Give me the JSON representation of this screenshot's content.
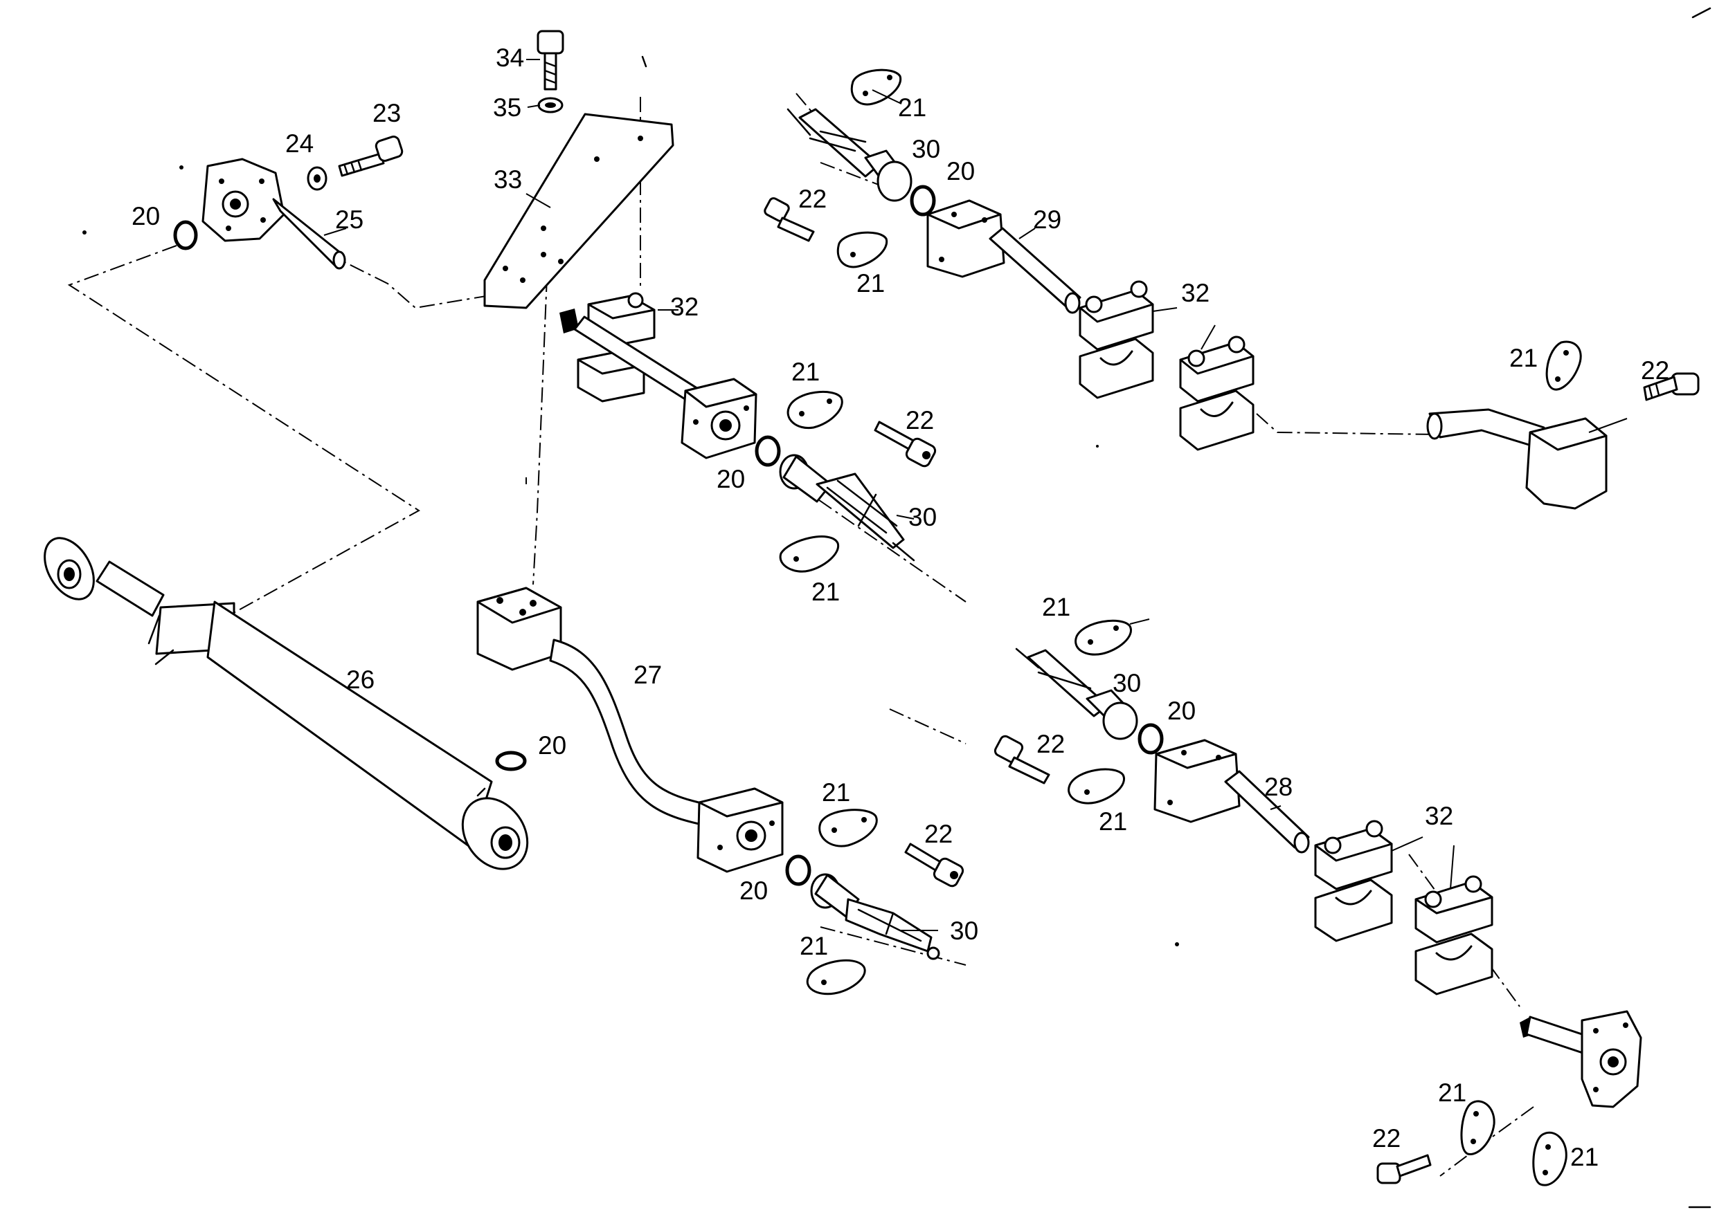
{
  "callouts": {
    "c34": "34",
    "c35": "35",
    "c33": "33",
    "c24": "24",
    "c23": "23",
    "c20_a": "20",
    "c25": "25",
    "c32_a": "32",
    "c21_a": "21",
    "c30_a": "30",
    "c20_b": "20",
    "c22_a": "22",
    "c21_b": "21",
    "c29": "29",
    "c32_b": "32",
    "c21_c": "21",
    "c22_b": "22",
    "c21_d": "21",
    "c22_c": "22",
    "c20_c": "20",
    "c30_b": "30",
    "c21_e": "21",
    "c26": "26",
    "c27": "27",
    "c20_d": "20",
    "c21_f": "21",
    "c30_c": "30",
    "c20_e": "20",
    "c22_d": "22",
    "c21_g": "21",
    "c28": "28",
    "c32_c": "32",
    "c21_h": "21",
    "c22_e": "22",
    "c20_f": "20",
    "c30_d": "30",
    "c21_i": "21",
    "c21_j": "21",
    "c22_f": "22",
    "c21_k": "21"
  }
}
